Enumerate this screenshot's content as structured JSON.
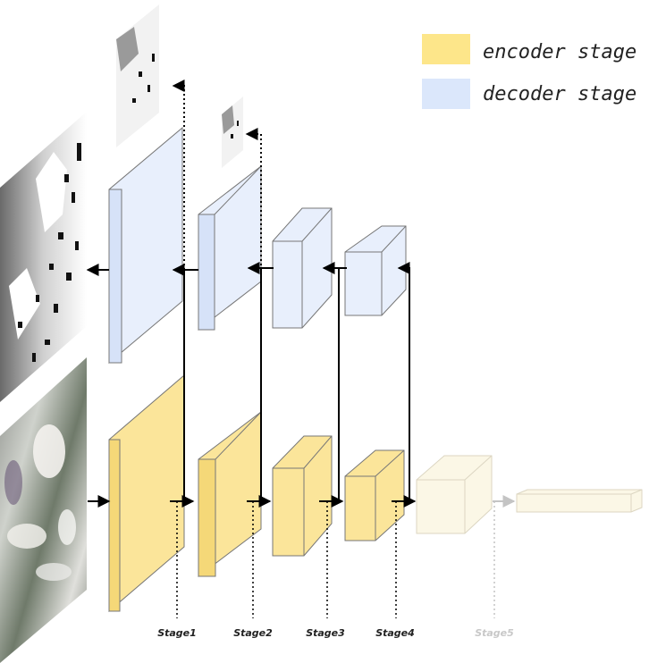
{
  "legend": {
    "encoder": {
      "label": "encoder stage",
      "color": "#fde68a"
    },
    "decoder": {
      "label": "decoder stage",
      "color": "#dbe7fb"
    }
  },
  "stages": [
    "Stage1",
    "Stage2",
    "Stage3",
    "Stage4",
    "Stage5"
  ],
  "colors": {
    "encoder_front": "#fbe59a",
    "encoder_side": "#f5d878",
    "decoder_front": "#e8effc",
    "decoder_side": "#d6e2f8",
    "stage5_fill": "#fbf7e6",
    "arrow": "#000000",
    "faded_arrow": "#c4c4c4"
  }
}
